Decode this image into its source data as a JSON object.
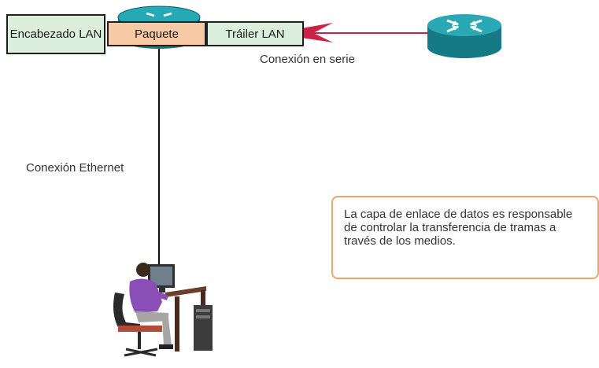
{
  "frame": {
    "header_label": "Encabezado LAN",
    "packet_label": "Paquete",
    "trailer_label": "Tráiler LAN"
  },
  "links": {
    "serial_label": "Conexión en serie",
    "ethernet_label": "Conexión Ethernet",
    "serial_color": "#cc2244",
    "ethernet_color": "#111111"
  },
  "info": {
    "text": "La capa de enlace de datos es responsable de controlar la transferencia de tramas a través de los medios."
  },
  "colors": {
    "router": "#1f9aa8",
    "header_fill": "#dcefdc",
    "packet_fill": "#f7c9a4",
    "info_border": "#f0a468"
  },
  "icons": [
    "router-icon",
    "router-icon",
    "workstation-user-icon"
  ]
}
